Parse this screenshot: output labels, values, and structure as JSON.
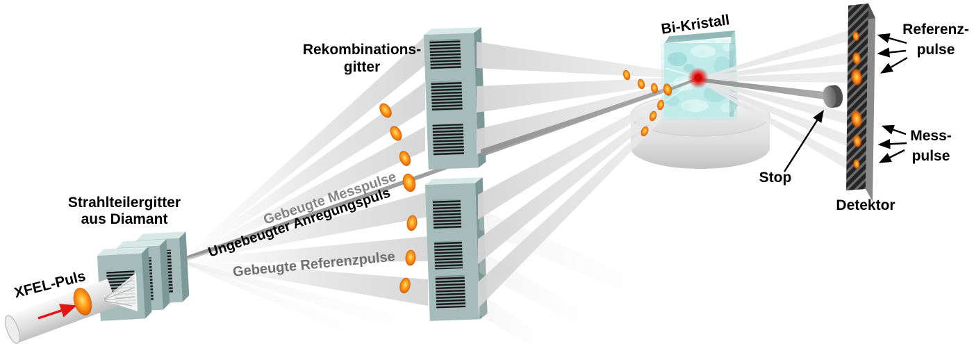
{
  "labels": {
    "xfel_puls": "XFEL-Puls",
    "strahlteiler_line1": "Strahlteilergitter",
    "strahlteiler_line2": "aus Diamant",
    "rekombination_line1": "Rekombinations-",
    "rekombination_line2": "gitter",
    "beam_mess": "Gebeugte Messpulse",
    "beam_anregung": "Ungebeugter Anregungspuls",
    "beam_referenz": "Gebeugte Referenzpulse",
    "bi_kristall": "Bi-Kristall",
    "stop": "Stop",
    "detektor": "Detektor",
    "referenz_line1": "Referenz-",
    "referenz_line2": "pulse",
    "mess_line1": "Mess-",
    "mess_line2": "pulse"
  },
  "colors": {
    "grating_face": "#a5bcba",
    "grating_bevel": "#d8e8e6",
    "grating_side": "#7c9997",
    "crystal_face": "#c6eeec",
    "crystal_top": "#8fb8b6",
    "pulse_orange": "#ff9a1e",
    "focus_red": "#e81010",
    "arrow_red": "#e41414",
    "beam_light": "#dcdcdc",
    "beam_dark": "#9a9a9a",
    "detector_dark": "#242424",
    "detector_side": "#8a8a8a",
    "label_gray": "#808080"
  }
}
